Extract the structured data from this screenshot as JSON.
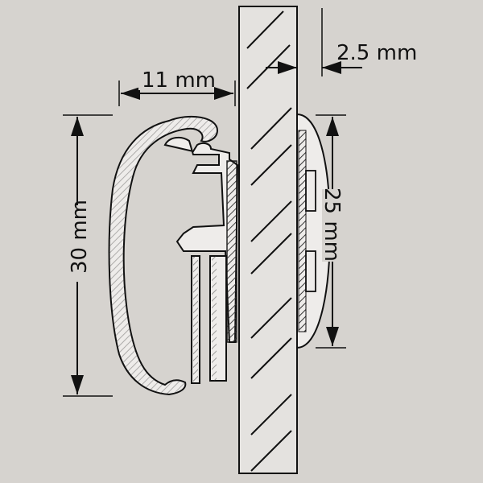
{
  "colors": {
    "background": "#d6d3cf",
    "outline": "#111111",
    "glass": "#e8e6e3",
    "profile_fill": "#eeecea",
    "hatch": "#555555"
  },
  "dimensions": {
    "glass_gap": "2.5 mm",
    "profile_depth": "11 mm",
    "profile_height": "30 mm",
    "pad_height": "25 mm"
  },
  "icons": [
    "arrow-left-icon",
    "arrow-right-icon",
    "arrow-up-icon",
    "arrow-down-icon"
  ]
}
